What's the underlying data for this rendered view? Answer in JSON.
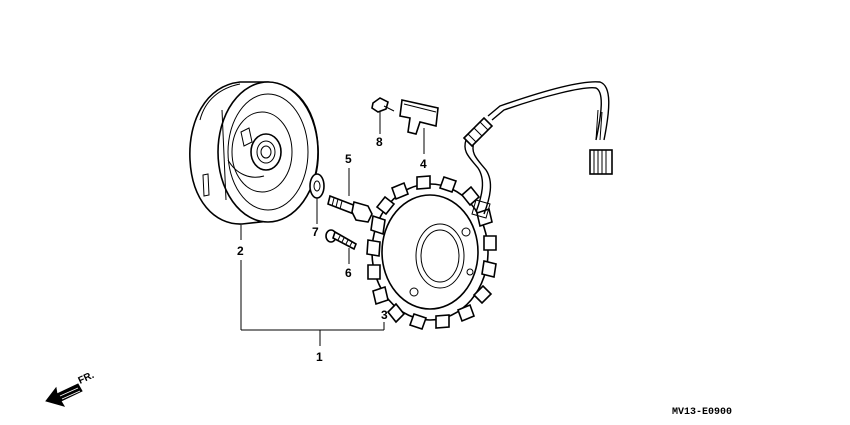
{
  "diagram": {
    "parts": [
      {
        "ref": "1"
      },
      {
        "ref": "2"
      },
      {
        "ref": "3"
      },
      {
        "ref": "4"
      },
      {
        "ref": "5"
      },
      {
        "ref": "6"
      },
      {
        "ref": "7"
      },
      {
        "ref": "8"
      }
    ],
    "direction_marker": "FR.",
    "figure_code": "MV13-E0900"
  }
}
